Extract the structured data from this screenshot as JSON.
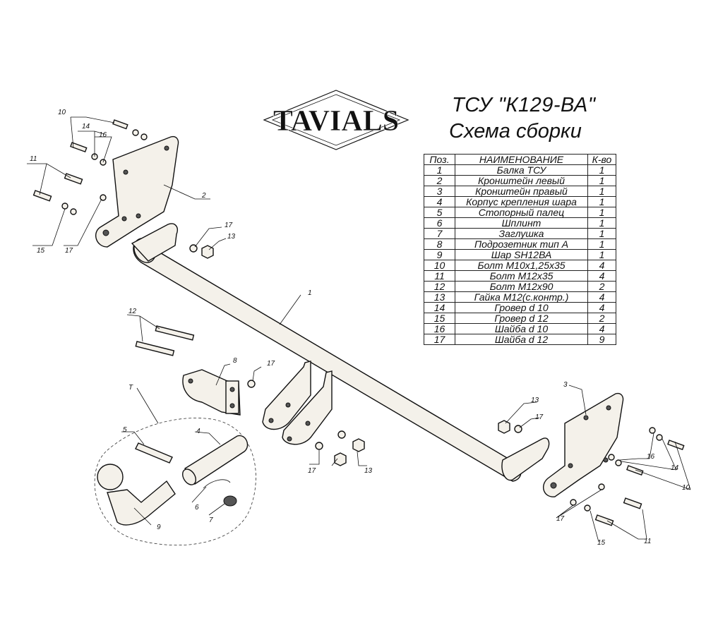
{
  "brand": "TAVIALS",
  "title": "ТСУ \"К129-ВА\"",
  "subtitle": "Схема сборки",
  "table": {
    "headers": [
      "Поз.",
      "НАИМЕНОВАНИЕ",
      "К-во"
    ],
    "rows": [
      [
        "1",
        "Балка ТСУ",
        "1"
      ],
      [
        "2",
        "Кронштейн левый",
        "1"
      ],
      [
        "3",
        "Кронштейн правый",
        "1"
      ],
      [
        "4",
        "Корпус крепления шара",
        "1"
      ],
      [
        "5",
        "Стопорный палец",
        "1"
      ],
      [
        "6",
        "Шплинт",
        "1"
      ],
      [
        "7",
        "Заглушка",
        "1"
      ],
      [
        "8",
        "Подрозетник тип А",
        "1"
      ],
      [
        "9",
        "Шар SH12ВА",
        "1"
      ],
      [
        "10",
        "Болт М10х1,25х35",
        "4"
      ],
      [
        "11",
        "Болт М12х35",
        "4"
      ],
      [
        "12",
        "Болт М12х90",
        "2"
      ],
      [
        "13",
        "Гайка М12(с.контр.)",
        "4"
      ],
      [
        "14",
        "Гровер d 10",
        "4"
      ],
      [
        "15",
        "Гровер d 12",
        "2"
      ],
      [
        "16",
        "Шайба d 10",
        "4"
      ],
      [
        "17",
        "Шайба d 12",
        "9"
      ]
    ]
  },
  "callouts": {
    "c1": "1",
    "c2": "2",
    "c3": "3",
    "c4": "4",
    "c5": "5",
    "c6": "6",
    "c7": "7",
    "c8": "8",
    "c9": "9",
    "c10a": "10",
    "c10b": "10",
    "c11a": "11",
    "c11b": "11",
    "c12": "12",
    "c13a": "13",
    "c13b": "13",
    "c13c": "13",
    "c14a": "14",
    "c14b": "14",
    "c15a": "15",
    "c15b": "15",
    "c16a": "16",
    "c16b": "16",
    "c17a": "17",
    "c17b": "17",
    "c17c": "17",
    "c17d": "17",
    "c17e": "17",
    "c17f": "17",
    "subassembly": "Т"
  }
}
